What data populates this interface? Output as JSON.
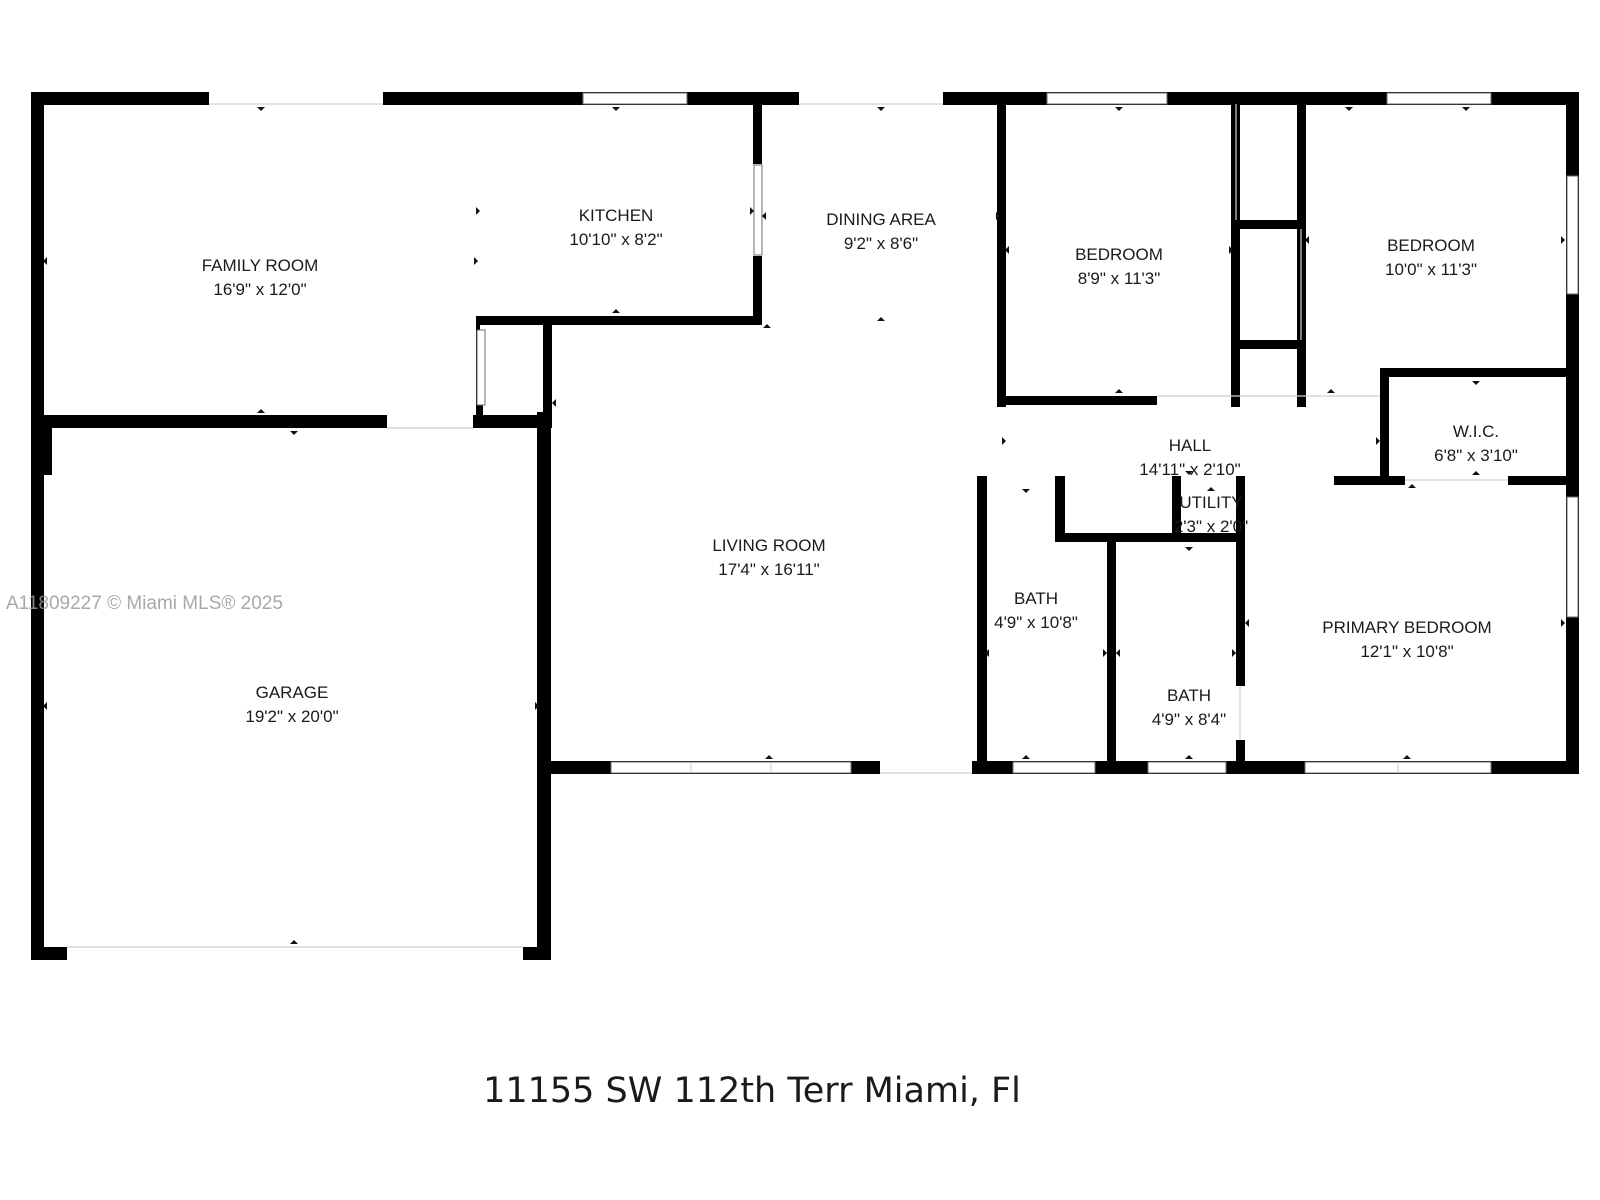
{
  "rooms": [
    {
      "id": "family-room",
      "name": "FAMILY ROOM",
      "dims": "16'9\" x 12'0\""
    },
    {
      "id": "kitchen",
      "name": "KITCHEN",
      "dims": "10'10\" x 8'2\""
    },
    {
      "id": "dining-area",
      "name": "DINING AREA",
      "dims": "9'2\" x 8'6\""
    },
    {
      "id": "bedroom-1",
      "name": "BEDROOM",
      "dims": "8'9\" x 11'3\""
    },
    {
      "id": "bedroom-2",
      "name": "BEDROOM",
      "dims": "10'0\" x 11'3\""
    },
    {
      "id": "hall",
      "name": "HALL",
      "dims": "14'11\" x 2'10\""
    },
    {
      "id": "wic",
      "name": "W.I.C.",
      "dims": "6'8\" x 3'10\""
    },
    {
      "id": "utility",
      "name": "UTILITY",
      "dims": "2'3\" x 2'0\""
    },
    {
      "id": "living-room",
      "name": "LIVING ROOM",
      "dims": "17'4\" x 16'11\""
    },
    {
      "id": "bath-1",
      "name": "BATH",
      "dims": "4'9\" x 10'8\""
    },
    {
      "id": "bath-2",
      "name": "BATH",
      "dims": "4'9\" x 8'4\""
    },
    {
      "id": "primary-bedroom",
      "name": "PRIMARY BEDROOM",
      "dims": "12'1\" x 10'8\""
    },
    {
      "id": "garage",
      "name": "GARAGE",
      "dims": "19'2\" x 20'0\""
    }
  ],
  "watermark": "A11809227 © Miami MLS® 2025",
  "address": "11155 SW 112th Terr Miami, Fl",
  "colors": {
    "wall": "#000000",
    "text": "#1a1a1a",
    "watermark": "#9a9a9a"
  }
}
